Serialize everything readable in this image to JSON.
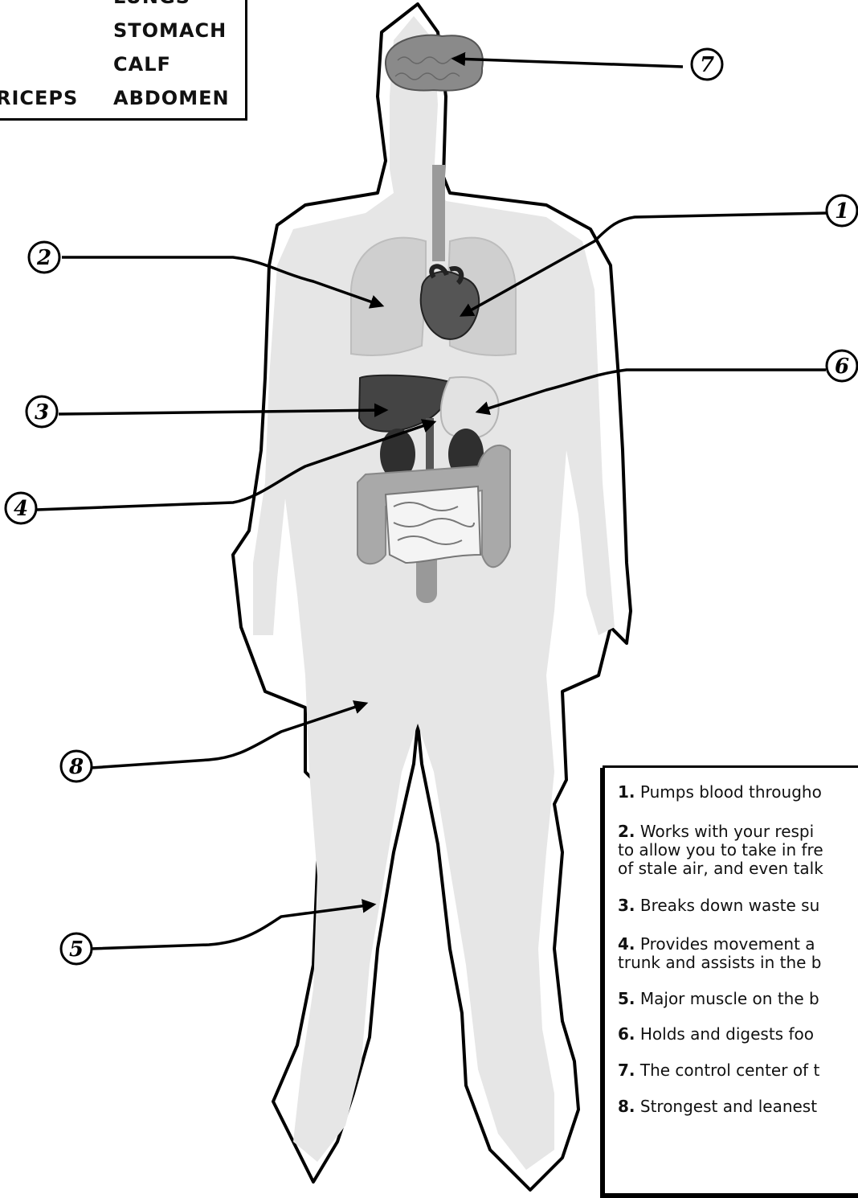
{
  "word_bank": {
    "words": [
      "LUNGS",
      "STOMACH",
      "CALF",
      "RICEPS",
      "ABDOMEN"
    ]
  },
  "callouts": [
    "7",
    "1",
    "2",
    "6",
    "3",
    "4",
    "8",
    "5"
  ],
  "clues": [
    {
      "num": "1.",
      "lines": [
        "Pumps blood througho"
      ]
    },
    {
      "num": "2.",
      "lines": [
        "Works with your respi",
        "to allow you to take in fre",
        "of stale air, and even talk"
      ]
    },
    {
      "num": "3.",
      "lines": [
        "Breaks down waste su"
      ]
    },
    {
      "num": "4.",
      "lines": [
        "Provides movement a",
        "trunk and assists in the b"
      ]
    },
    {
      "num": "5.",
      "lines": [
        "Major muscle on the b"
      ]
    },
    {
      "num": "6.",
      "lines": [
        "Holds and digests foo"
      ]
    },
    {
      "num": "7.",
      "lines": [
        "The control center of t"
      ]
    },
    {
      "num": "8.",
      "lines": [
        "Strongest and leanest"
      ]
    }
  ],
  "colors": {
    "outline": "#000000",
    "body_fill": "#e6e6e6",
    "organ_dark": "#3a3a3a",
    "organ_mid": "#8a8a8a",
    "lungs": "#cfcfcf",
    "intestine": "#a9a9a9"
  }
}
